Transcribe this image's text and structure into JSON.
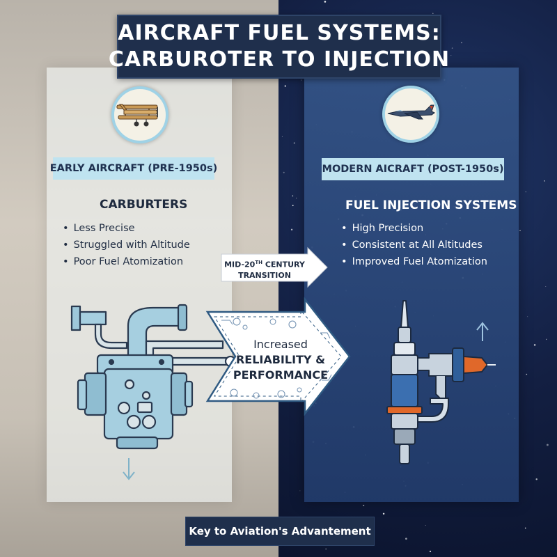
{
  "title": {
    "line1": "AIRCRAFT FUEL SYSTEMS:",
    "line2": "CARBUROTER TO INJECTION"
  },
  "left": {
    "era": "EARLY AIRCRAFT (PRE-1950s)",
    "heading": "CARBURTERS",
    "bullets": [
      "Less Precise",
      "Struggled with Altitude",
      "Poor Fuel Atomization"
    ],
    "emblem_icon": "biplane-icon"
  },
  "right": {
    "era": "MODERN AICRAFT (POST-1950s)",
    "heading": "FUEL INJECTION SYSTEMS",
    "bullets": [
      "High Precision",
      "Consistent at All Altitudes",
      "Improved Fuel Atomization"
    ],
    "emblem_icon": "jet-icon"
  },
  "transition": {
    "line1_prefix": "MID-20",
    "line1_sup": "TH",
    "line1_suffix": " CENTURY",
    "line2": "TRANSITION"
  },
  "benefit": {
    "line1": "Increased",
    "line2": "RELIABILITY &",
    "line3": "PERFORMANCE"
  },
  "footer": "Key to Aviation's Advantement",
  "colors": {
    "title_bg": "#1f2f4c",
    "era_tag_bg": "#bfe3f0",
    "right_panel": "#2f5290",
    "carburetor_blue": "#a6cfe0",
    "nozzle_orange": "#e0682a"
  }
}
